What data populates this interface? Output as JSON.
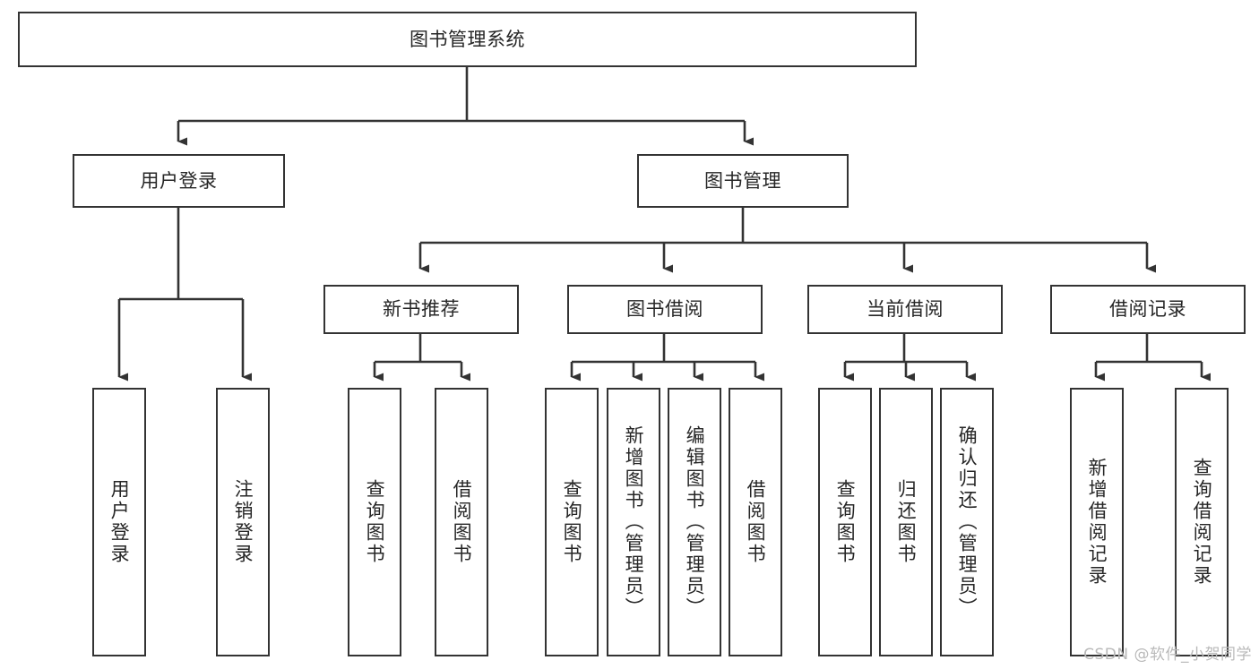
{
  "diagram": {
    "type": "tree-hierarchy",
    "title": "图书管理系统",
    "orientation": "top-down",
    "colors": {
      "box_border": "#333333",
      "box_fill": "#ffffff",
      "connector": "#333333",
      "text": "#262626",
      "watermark": "#b9b9b9",
      "background": "#ffffff"
    },
    "nodes": {
      "root": {
        "label": "图书管理系统"
      },
      "level2": [
        {
          "label": "用户登录"
        },
        {
          "label": "图书管理"
        }
      ],
      "level3": [
        {
          "label": "新书推荐"
        },
        {
          "label": "图书借阅"
        },
        {
          "label": "当前借阅"
        },
        {
          "label": "借阅记录"
        }
      ],
      "leaves": {
        "user_login": [
          {
            "label": "用户登录"
          },
          {
            "label": "注销登录"
          }
        ],
        "new_book_recommend": [
          {
            "label": "查询图书"
          },
          {
            "label": "借阅图书"
          }
        ],
        "book_borrow": [
          {
            "label": "查询图书"
          },
          {
            "label": "新增图书（管理员）"
          },
          {
            "label": "编辑图书（管理员）"
          },
          {
            "label": "借阅图书"
          }
        ],
        "current_borrow": [
          {
            "label": "查询图书"
          },
          {
            "label": "归还图书"
          },
          {
            "label": "确认归还（管理员）"
          }
        ],
        "borrow_record": [
          {
            "label": "新增借阅记录"
          },
          {
            "label": "查询借阅记录"
          }
        ]
      }
    },
    "watermark": "CSDN @软件_小贺同学"
  }
}
